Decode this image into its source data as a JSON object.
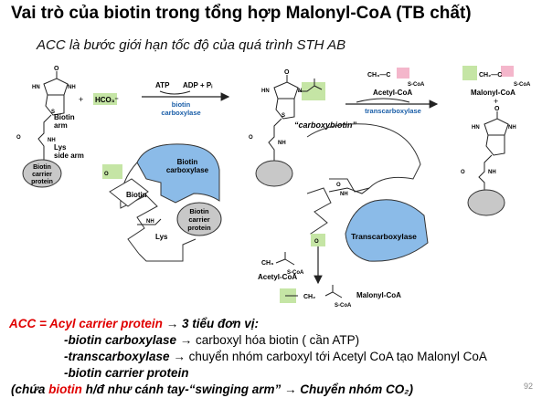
{
  "slide": {
    "title": "Vai trò của biotin trong tổng hợp Malonyl-CoA (TB chất)",
    "subtitle": "ACC là bước giới hạn tốc độ của quá trình STH AB",
    "page_number": "92"
  },
  "diagram": {
    "reaction_top": {
      "hco3": "HCO₃⁻",
      "plus": "+",
      "atp": "ATP",
      "adp_pi": "ADP + Pᵢ",
      "enzyme1_line1": "biotin",
      "enzyme1_line2": "carboxylase",
      "acetyl_coa": "Acetyl-CoA",
      "enzyme2": "transcarboxylase",
      "malonyl_coa": "Malonyl-CoA",
      "acetyl_struct": "CH₃—C",
      "acetyl_sco": "S-CoA",
      "malonyl_struct_mid": "CH₂—C",
      "malonyl_sco": "S-CoA"
    },
    "biotin_labels": {
      "biotin_arm_1": "Biotin",
      "biotin_arm_2": "arm",
      "lys_1": "Lys",
      "lys_2": "side arm",
      "carrier_1": "Biotin",
      "carrier_2": "carrier",
      "carrier_3": "protein",
      "hn": "HN",
      "nh": "NH",
      "n": "N",
      "s": "S",
      "o": "O",
      "carboxybiotin": "“carboxybiotin”"
    },
    "center": {
      "bc_1": "Biotin",
      "bc_2": "carboxylase",
      "biotin": "Biotin",
      "lys": "Lys",
      "bcp_1": "Biotin",
      "bcp_2": "carrier",
      "bcp_3": "protein"
    },
    "right": {
      "transcarboxylase": "Transcarboxylase",
      "acetyl_coa": "Acetyl-CoA",
      "malonyl_coa": "Malonyl-CoA",
      "s_coa": "S-CoA",
      "ch3": "CH₃",
      "ch2": "CH₂"
    },
    "colors": {
      "enzyme_fill": "#8bbbe8",
      "carrier_fill": "#c8c8c8",
      "highlight_green": "#c5e5a5",
      "highlight_pink": "#f4b6cb",
      "enzyme_label": "#1a5ea8"
    }
  },
  "notes": {
    "line1_red": "ACC = Acyl carrier protein",
    "line1_rest": "→ 3 tiểu đơn vị:",
    "line2_bold": "-biotin carboxylase",
    "line2_rest": " → carboxyl hóa biotin ( cần ATP)",
    "line3_bold": "-transcarboxylase",
    "line3_rest": " → chuyển nhóm carboxyl tới Acetyl CoA tạo Malonyl CoA",
    "line4_bold": "-biotin carrier protein",
    "line5_a": "(chứa ",
    "line5_biotin": "biotin",
    "line5_b": " h/đ như cánh tay-“swinging arm” → Chuyển nhóm CO₂)"
  }
}
